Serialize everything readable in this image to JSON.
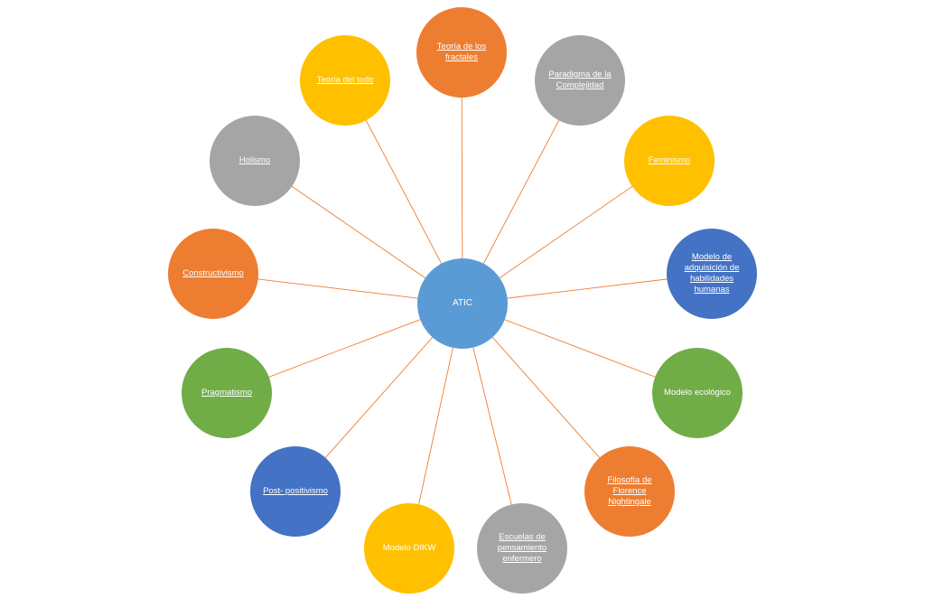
{
  "center": {
    "label": "ATIC",
    "color": "#5B9BD5"
  },
  "line_color": "#ED7D31",
  "nodes": [
    {
      "id": "fractales",
      "label": "Teoría de los fractales",
      "color": "#ED7D31",
      "link": true
    },
    {
      "id": "complejidad",
      "label": "Paradigma  de la Complejidad",
      "color": "#A5A5A5",
      "link": true
    },
    {
      "id": "feminismo",
      "label": "Feminismo",
      "color": "#FFC000",
      "link": true
    },
    {
      "id": "adquisicion",
      "label": "Modelo de adquisición de habilidades humanas",
      "color": "#4472C4",
      "link": true
    },
    {
      "id": "ecologico",
      "label": "Modelo ecológico",
      "color": "#70AD47",
      "link": false
    },
    {
      "id": "nightingale",
      "label": "Filosofía de Florence Nightingale",
      "color": "#ED7D31",
      "link": true
    },
    {
      "id": "escuelas",
      "label": "Escuelas de pensamiento enfermero",
      "color": "#A5A5A5",
      "link": true
    },
    {
      "id": "dikw",
      "label": "Modelo DIKW",
      "color": "#FFC000",
      "link": false
    },
    {
      "id": "postpositivismo",
      "label": "Post- positivismo",
      "color": "#4472C4",
      "link": true
    },
    {
      "id": "pragmatismo",
      "label": "Pragmatismo",
      "color": "#70AD47",
      "link": true
    },
    {
      "id": "constructivismo",
      "label": "Constructivismo",
      "color": "#ED7D31",
      "link": true
    },
    {
      "id": "holismo",
      "label": "Holismo",
      "color": "#A5A5A5",
      "link": true
    },
    {
      "id": "todo",
      "label": "Teoría del todo",
      "color": "#FFC000",
      "link": true
    }
  ]
}
